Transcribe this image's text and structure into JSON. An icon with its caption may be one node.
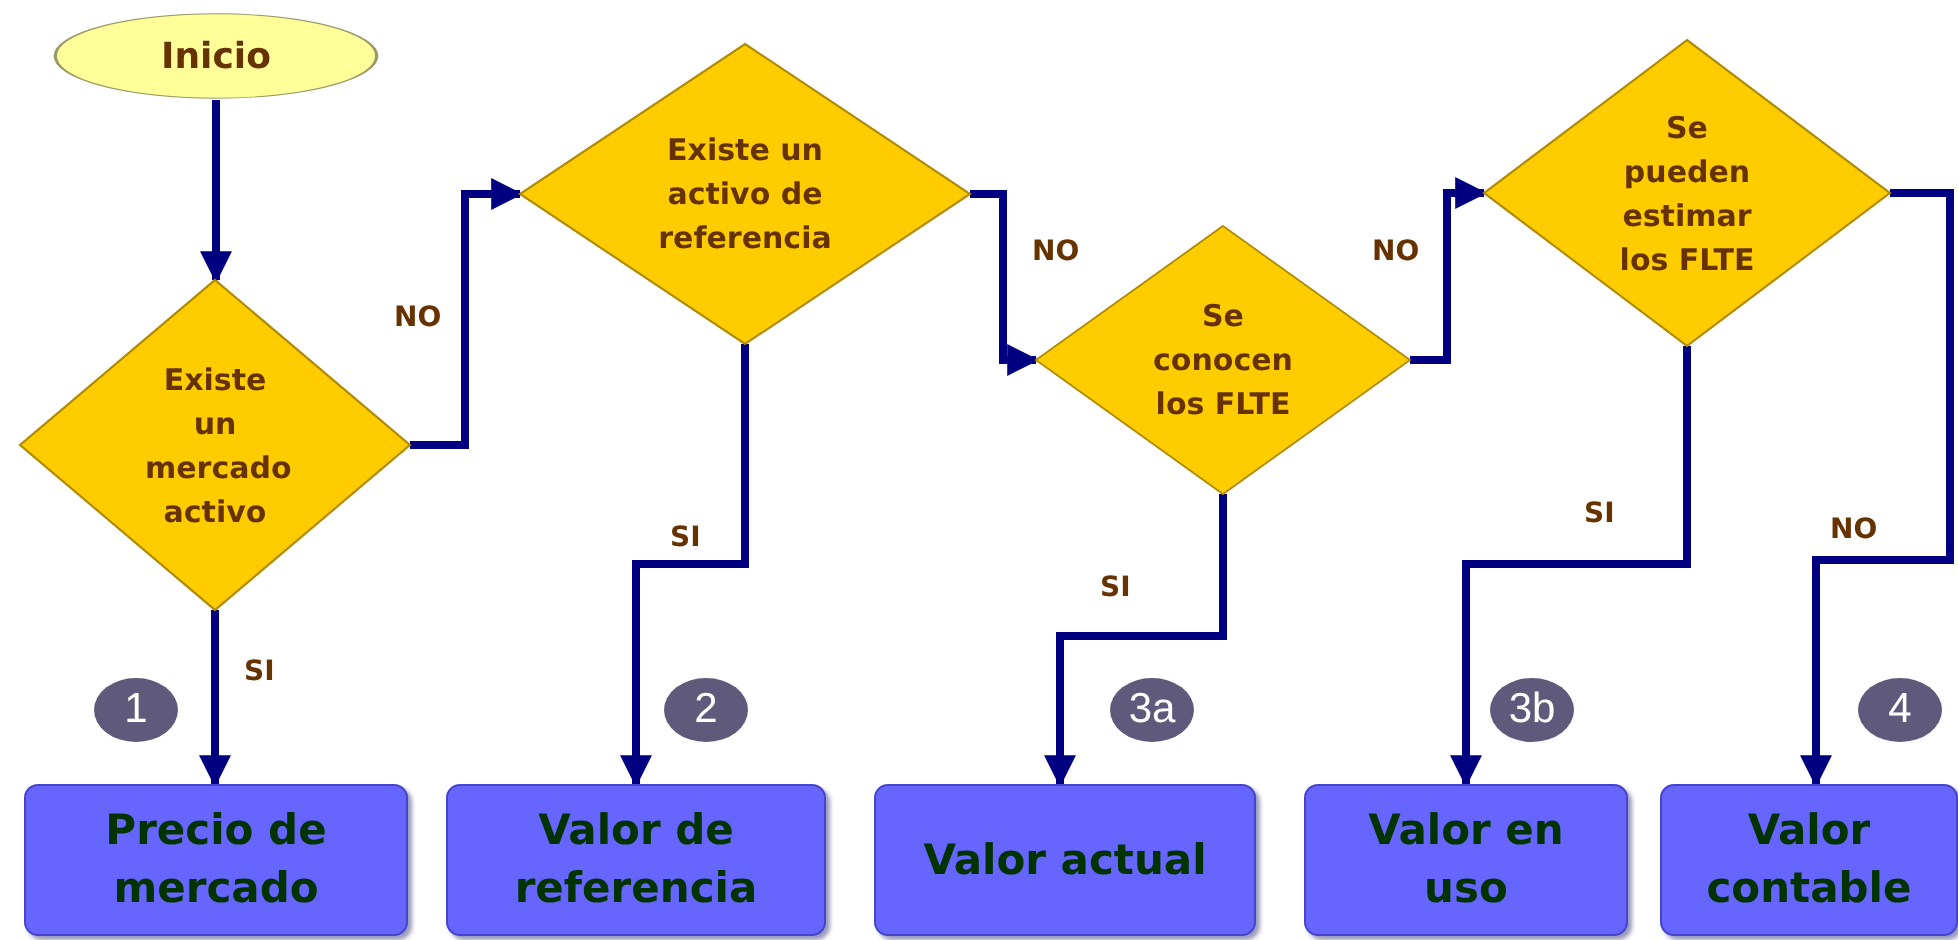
{
  "diagram": {
    "nodes": [
      {
        "text": [
          "Inicio"
        ]
      },
      {
        "text": [
          "Existe un mercado activo"
        ]
      },
      {
        "text": [
          "Existe un activo de referencia"
        ]
      },
      {
        "text": [
          "Se conocen los FLTE"
        ]
      },
      {
        "text": [
          "Se pueden estimar los FLTE"
        ]
      },
      {
        "text": [
          "Precio de mercado"
        ]
      },
      {
        "text": [
          "Valor de referencia"
        ]
      },
      {
        "text": [
          "Valor actual"
        ]
      },
      {
        "text": [
          "Valor en uso"
        ]
      },
      {
        "text": [
          "Valor contable"
        ]
      }
    ],
    "edges": [
      {
        "from": 0,
        "to": 1,
        "arrow": "to"
      },
      {
        "from": 1,
        "to": 2,
        "arrow": "to",
        "label": "NO"
      },
      {
        "from": 2,
        "to": 3,
        "arrow": "to",
        "label": "NO"
      },
      {
        "from": 3,
        "to": 4,
        "arrow": "to",
        "label": "NO"
      },
      {
        "from": 4,
        "to": 9,
        "arrow": "to",
        "label": "NO"
      },
      {
        "from": 1,
        "to": 5,
        "arrow": "to",
        "label": "SI"
      },
      {
        "from": 2,
        "to": 6,
        "arrow": "to",
        "label": "SI"
      },
      {
        "from": 3,
        "to": 7,
        "arrow": "to",
        "label": "SI"
      },
      {
        "from": 4,
        "to": 8,
        "arrow": "to",
        "label": "SI"
      }
    ],
    "labels": [
      "1",
      "2",
      "3a",
      "3b",
      "4"
    ]
  }
}
